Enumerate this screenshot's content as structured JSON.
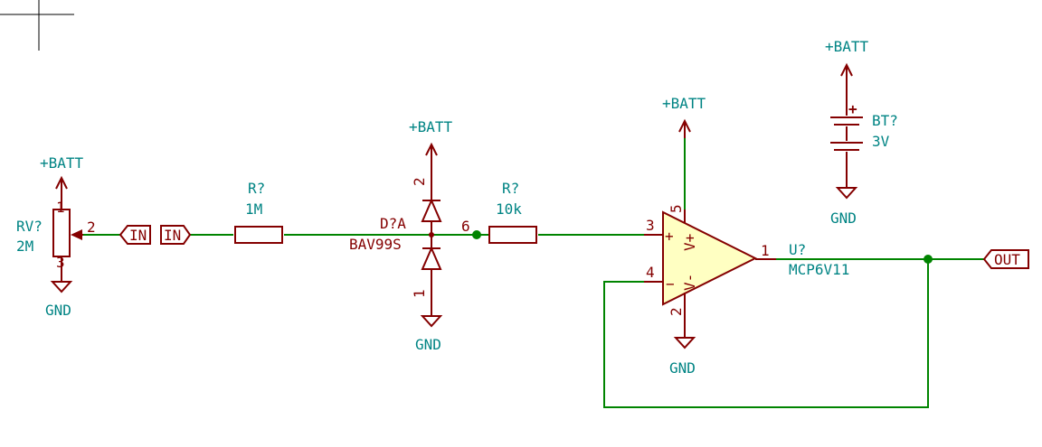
{
  "power_labels": {
    "batt": "+BATT",
    "gnd": "GND"
  },
  "rv": {
    "ref": "RV?",
    "value": "2M",
    "pin_wiper": "2",
    "pin_top": "1",
    "pin_bottom": "3"
  },
  "r1": {
    "ref": "R?",
    "value": "1M"
  },
  "r2": {
    "ref": "R?",
    "value": "10k"
  },
  "diode": {
    "ref": "D?A",
    "value": "BAV99S",
    "pin_top": "2",
    "pin_bottom": "1",
    "pin_out": "6"
  },
  "opamp": {
    "ref": "U?",
    "value": "MCP6V11",
    "pin_in_plus": "3",
    "pin_in_minus": "4",
    "pin_out": "1",
    "pin_vplus": "5",
    "pin_vminus": "2",
    "sign_plus": "+",
    "sign_minus": "−",
    "vplus_label": "V+",
    "vminus_label": "V-"
  },
  "battery": {
    "ref": "BT?",
    "value": "3V",
    "polarity": "+"
  },
  "net_labels": {
    "in_hier": "IN",
    "in_global": "IN",
    "out": "OUT"
  },
  "colors": {
    "wire": "#008400",
    "symbol": "#840000",
    "text": "#008484",
    "opamp_fill": "#ffffc2"
  }
}
